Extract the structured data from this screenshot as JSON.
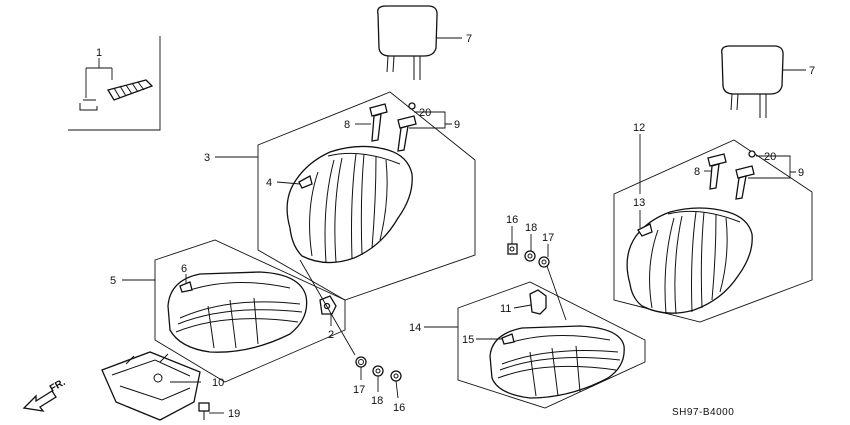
{
  "diagram_code": "SH97-B4000",
  "direction_label": "FR.",
  "callouts": [
    "1",
    "2",
    "3",
    "4",
    "5",
    "6",
    "7",
    "7",
    "8",
    "8",
    "9",
    "9",
    "10",
    "11",
    "12",
    "13",
    "14",
    "15",
    "16",
    "16",
    "17",
    "17",
    "18",
    "18",
    "19",
    "20",
    "20"
  ]
}
